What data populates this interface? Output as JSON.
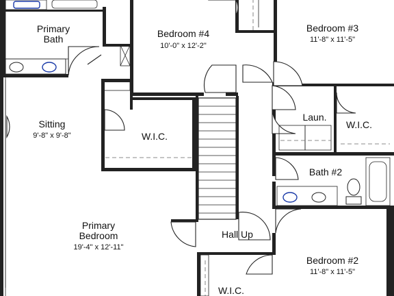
{
  "rooms": {
    "primary_bath": {
      "name_line1": "Primary",
      "name_line2": "Bath"
    },
    "bedroom4": {
      "name": "Bedroom #4",
      "size": "10'-0\" x 12'-2\""
    },
    "bedroom3": {
      "name": "Bedroom #3",
      "size": "11'-8\" x 11'-5\""
    },
    "sitting": {
      "name": "Sitting",
      "size": "9'-8\" x 9'-8\""
    },
    "wic_primary": {
      "name": "W.I.C."
    },
    "laundry": {
      "name": "Laun."
    },
    "wic_bedroom3": {
      "name": "W.I.C."
    },
    "bath2": {
      "name": "Bath #2"
    },
    "primary_bedroom": {
      "name_line1": "Primary",
      "name_line2": "Bedroom",
      "size": "19'-4\" x 12'-11\""
    },
    "hall": {
      "name": "Hall Up"
    },
    "bedroom2": {
      "name": "Bedroom #2",
      "size": "11'-8\" x 11'-5\""
    },
    "wic_bedroom2": {
      "name": "W.I.C."
    }
  },
  "colors": {
    "wall": "#222222",
    "fixture_accent": "#1a3aa8",
    "background": "#ffffff"
  }
}
